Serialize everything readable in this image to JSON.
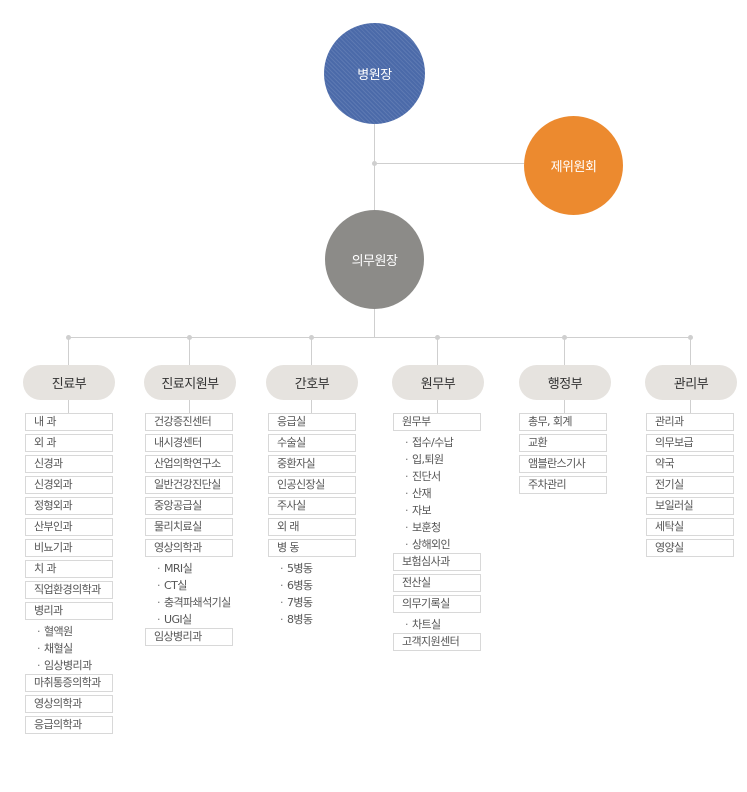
{
  "top": {
    "director": "병원장",
    "committee": "제위원회",
    "medical_director": "의무원장"
  },
  "colors": {
    "director": "#4b6aa9",
    "committee": "#ec8a2f",
    "medical_director": "#8c8b88",
    "dept_head": "#e6e3df",
    "line": "#cfcfcf"
  },
  "departments": [
    {
      "name": "진료부",
      "entries": [
        {
          "label": "내 과",
          "type": "box"
        },
        {
          "label": "외 과",
          "type": "box"
        },
        {
          "label": "신경과",
          "type": "box"
        },
        {
          "label": "신경외과",
          "type": "box"
        },
        {
          "label": "정형외과",
          "type": "box"
        },
        {
          "label": "산부인과",
          "type": "box"
        },
        {
          "label": "비뇨기과",
          "type": "box"
        },
        {
          "label": "치 과",
          "type": "box"
        },
        {
          "label": "직업환경의학과",
          "type": "box"
        },
        {
          "label": "병리과",
          "type": "box"
        },
        {
          "label": "혈액원",
          "type": "sub"
        },
        {
          "label": "채혈실",
          "type": "sub"
        },
        {
          "label": "임상병리과",
          "type": "sub"
        },
        {
          "label": "마취통증의학과",
          "type": "box"
        },
        {
          "label": "영상의학과",
          "type": "box"
        },
        {
          "label": "응급의학과",
          "type": "box"
        }
      ]
    },
    {
      "name": "진료지원부",
      "entries": [
        {
          "label": "건강증진센터",
          "type": "box"
        },
        {
          "label": "내시경센터",
          "type": "box"
        },
        {
          "label": "산업의학연구소",
          "type": "box"
        },
        {
          "label": "일반건강진단실",
          "type": "box"
        },
        {
          "label": "중앙공급실",
          "type": "box"
        },
        {
          "label": "물리치료실",
          "type": "box"
        },
        {
          "label": "영상의학과",
          "type": "box"
        },
        {
          "label": "MRI실",
          "type": "sub"
        },
        {
          "label": "CT실",
          "type": "sub"
        },
        {
          "label": "충격파쇄석기실",
          "type": "sub"
        },
        {
          "label": "UGI실",
          "type": "sub"
        },
        {
          "label": "임상병리과",
          "type": "box"
        }
      ]
    },
    {
      "name": "간호부",
      "entries": [
        {
          "label": "응급실",
          "type": "box"
        },
        {
          "label": "수술실",
          "type": "box"
        },
        {
          "label": "중환자실",
          "type": "box"
        },
        {
          "label": "인공신장실",
          "type": "box"
        },
        {
          "label": "주사실",
          "type": "box"
        },
        {
          "label": "외 래",
          "type": "box"
        },
        {
          "label": "병 동",
          "type": "box"
        },
        {
          "label": "5병동",
          "type": "sub"
        },
        {
          "label": "6병동",
          "type": "sub"
        },
        {
          "label": "7병동",
          "type": "sub"
        },
        {
          "label": "8병동",
          "type": "sub"
        }
      ]
    },
    {
      "name": "원무부",
      "entries": [
        {
          "label": "원무부",
          "type": "box"
        },
        {
          "label": "접수/수납",
          "type": "sub"
        },
        {
          "label": "입,퇴원",
          "type": "sub"
        },
        {
          "label": "진단서",
          "type": "sub"
        },
        {
          "label": "산재",
          "type": "sub"
        },
        {
          "label": "자보",
          "type": "sub"
        },
        {
          "label": "보훈청",
          "type": "sub"
        },
        {
          "label": "상해외인",
          "type": "sub"
        },
        {
          "label": "보험심사과",
          "type": "box"
        },
        {
          "label": "전산실",
          "type": "box"
        },
        {
          "label": "의무기록실",
          "type": "box"
        },
        {
          "label": "차트실",
          "type": "sub"
        },
        {
          "label": "고객지원센터",
          "type": "box"
        }
      ]
    },
    {
      "name": "행정부",
      "entries": [
        {
          "label": "총무, 회계",
          "type": "box"
        },
        {
          "label": "교환",
          "type": "box"
        },
        {
          "label": "앰블란스기사",
          "type": "box"
        },
        {
          "label": "주차관리",
          "type": "box"
        }
      ]
    },
    {
      "name": "관리부",
      "entries": [
        {
          "label": "관리과",
          "type": "box"
        },
        {
          "label": "의무보급",
          "type": "box"
        },
        {
          "label": "약국",
          "type": "box"
        },
        {
          "label": "전기실",
          "type": "box"
        },
        {
          "label": "보일러실",
          "type": "box"
        },
        {
          "label": "세탁실",
          "type": "box"
        },
        {
          "label": "영양실",
          "type": "box"
        }
      ]
    }
  ]
}
